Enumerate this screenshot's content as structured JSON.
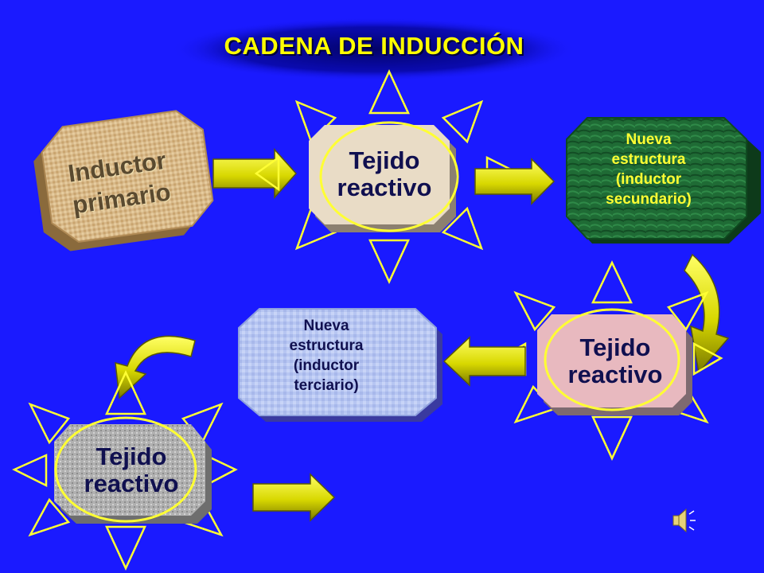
{
  "title": "CADENA DE INDUCCIÓN",
  "inductor_primario": [
    "Inductor",
    "primario"
  ],
  "tejido_reactivo": [
    "Tejido",
    "reactivo"
  ],
  "nueva_secundaria": [
    "Nueva",
    "estructura",
    "(inductor",
    "secundario)"
  ],
  "nueva_terciaria": [
    "Nueva",
    "estructura",
    "(inductor",
    "terciario)"
  ],
  "colors": {
    "background": "#1a1aff",
    "title": "#ffff00",
    "arrow_fill": "#e8e800",
    "arrow_dark": "#6e6e00",
    "sun_outline": "#ffff33"
  },
  "icons": [
    "speaker-icon"
  ]
}
